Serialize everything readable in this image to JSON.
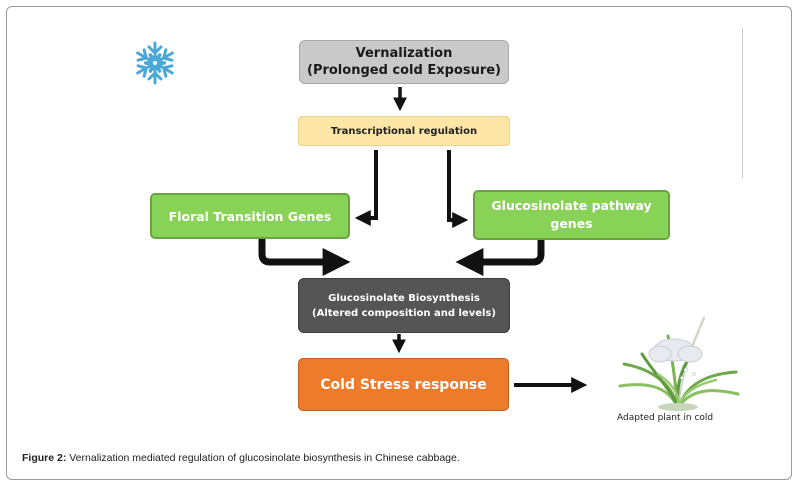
{
  "diagram": {
    "nodes": {
      "vernalization": {
        "line1": "Vernalization",
        "line2": "(Prolonged cold Exposure)"
      },
      "transcriptional": {
        "label": "Transcriptional regulation"
      },
      "floral": {
        "label": "Floral Transition Genes"
      },
      "glucosinolate_pathway": {
        "line1": "Glucosinolate pathway",
        "line2": "genes"
      },
      "biosynthesis": {
        "line1": "Glucosinolate Biosynthesis",
        "line2": "(Altered composition and levels)"
      },
      "cold_stress": {
        "label": "Cold Stress response"
      }
    },
    "plant_caption": "Adapted plant in cold",
    "icons": [
      "snowflake-icon",
      "cold-adapted-plant-icon"
    ],
    "colors": {
      "vernalization_box": "#c9c9c9",
      "transcriptional_box": "#fde6a6",
      "gene_boxes": "#87d257",
      "biosynthesis_box": "#555555",
      "cold_stress_box": "#ee7a2b",
      "snowflake": "#4aa8d8"
    }
  },
  "caption": {
    "label": "Figure 2:",
    "text": " Vernalization mediated regulation of glucosinolate biosynthesis in Chinese cabbage."
  }
}
